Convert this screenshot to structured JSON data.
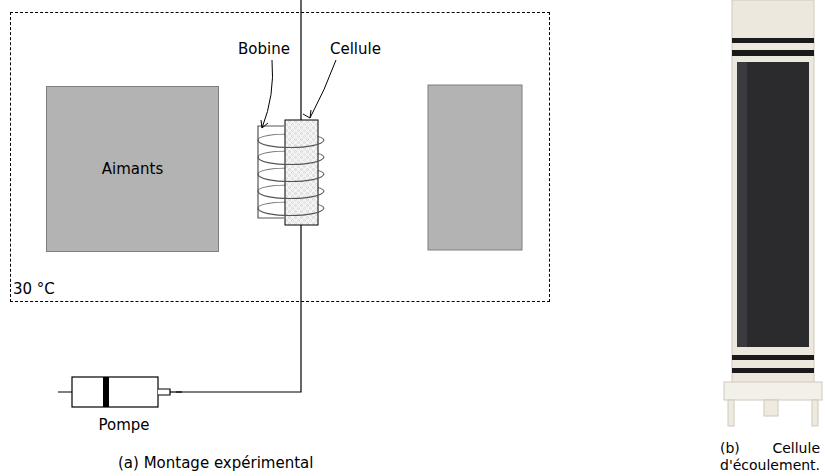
{
  "diagram": {
    "nodes": [
      {
        "text": [
          "30 °C"
        ]
      },
      {
        "text": [
          "Aimants"
        ],
        "in": 0
      },
      {
        "text": [
          "Pompe"
        ]
      }
    ],
    "labels": [
      "Bobine",
      "Cellule",
      "(a) Montage expérimental",
      "(b) Cellule d'écoulement."
    ]
  }
}
